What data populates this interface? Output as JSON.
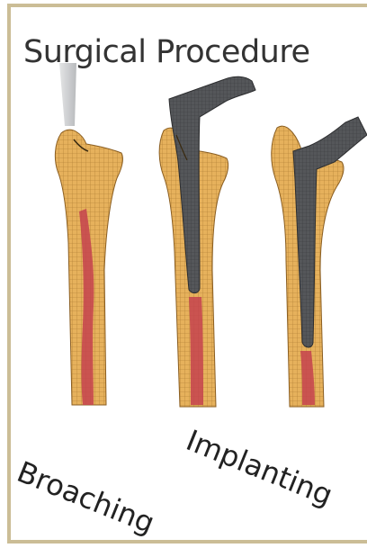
{
  "title": "Surgical Procedure",
  "labels": {
    "broaching": "Broaching",
    "implanting": "Implanting"
  },
  "colors": {
    "frame": "#cbbd96",
    "bone": "#e6b15c",
    "marrow": "#c4434e",
    "implant": "#55575a",
    "broach_tool": "#c9cbcd"
  },
  "figures": [
    {
      "name": "broaching-femur"
    },
    {
      "name": "implanting-femur-inserting"
    },
    {
      "name": "implanting-femur-seated"
    }
  ]
}
